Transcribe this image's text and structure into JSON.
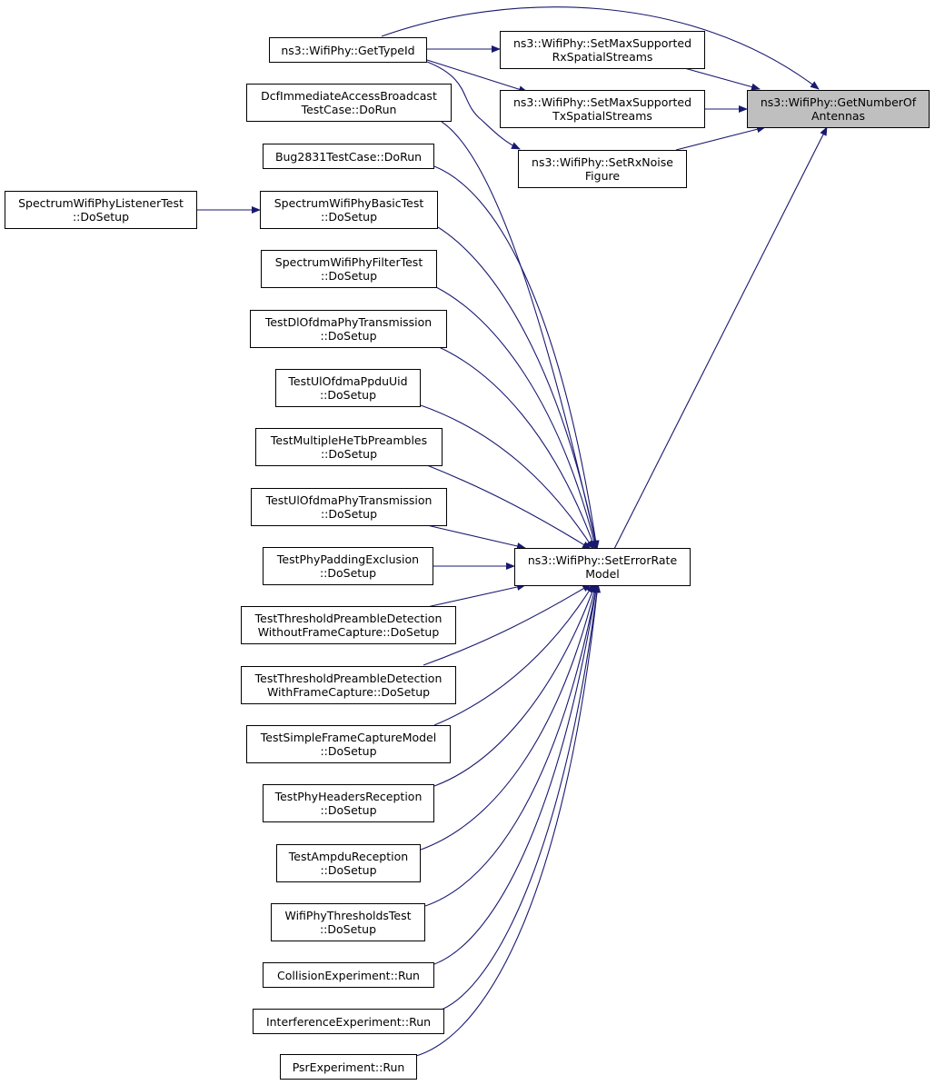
{
  "colors": {
    "edge": "#191970",
    "node_border": "#000000",
    "focus_fill": "#bfbfbf"
  },
  "nodes": {
    "get_number_of_antennas": {
      "lines": [
        "ns3::WifiPhy::GetNumberOf",
        "Antennas"
      ]
    },
    "get_type_id": {
      "lines": [
        "ns3::WifiPhy::GetTypeId"
      ]
    },
    "set_max_rx": {
      "lines": [
        "ns3::WifiPhy::SetMaxSupported",
        "RxSpatialStreams"
      ]
    },
    "set_max_tx": {
      "lines": [
        "ns3::WifiPhy::SetMaxSupported",
        "TxSpatialStreams"
      ]
    },
    "set_rx_noise": {
      "lines": [
        "ns3::WifiPhy::SetRxNoise",
        "Figure"
      ]
    },
    "set_error_rate": {
      "lines": [
        "ns3::WifiPhy::SetErrorRate",
        "Model"
      ]
    },
    "dcf_immediate": {
      "lines": [
        "DcfImmediateAccessBroadcast",
        "TestCase::DoRun"
      ]
    },
    "bug2831": {
      "lines": [
        "Bug2831TestCase::DoRun"
      ]
    },
    "spectrum_listener": {
      "lines": [
        "SpectrumWifiPhyListenerTest",
        "::DoSetup"
      ]
    },
    "spectrum_basic": {
      "lines": [
        "SpectrumWifiPhyBasicTest",
        "::DoSetup"
      ]
    },
    "spectrum_filter": {
      "lines": [
        "SpectrumWifiPhyFilterTest",
        "::DoSetup"
      ]
    },
    "test_dl_ofdma": {
      "lines": [
        "TestDlOfdmaPhyTransmission",
        "::DoSetup"
      ]
    },
    "test_ul_ppdu": {
      "lines": [
        "TestUlOfdmaPpduUid",
        "::DoSetup"
      ]
    },
    "test_multiple_hetb": {
      "lines": [
        "TestMultipleHeTbPreambles",
        "::DoSetup"
      ]
    },
    "test_ul_ofdma": {
      "lines": [
        "TestUlOfdmaPhyTransmission",
        "::DoSetup"
      ]
    },
    "test_padding": {
      "lines": [
        "TestPhyPaddingExclusion",
        "::DoSetup"
      ]
    },
    "test_thresh_without": {
      "lines": [
        "TestThresholdPreambleDetection",
        "WithoutFrameCapture::DoSetup"
      ]
    },
    "test_thresh_with": {
      "lines": [
        "TestThresholdPreambleDetection",
        "WithFrameCapture::DoSetup"
      ]
    },
    "test_simple_capture": {
      "lines": [
        "TestSimpleFrameCaptureModel",
        "::DoSetup"
      ]
    },
    "test_headers": {
      "lines": [
        "TestPhyHeadersReception",
        "::DoSetup"
      ]
    },
    "test_ampdu": {
      "lines": [
        "TestAmpduReception",
        "::DoSetup"
      ]
    },
    "thresholds_test": {
      "lines": [
        "WifiPhyThresholdsTest",
        "::DoSetup"
      ]
    },
    "collision": {
      "lines": [
        "CollisionExperiment::Run"
      ]
    },
    "interference": {
      "lines": [
        "InterferenceExperiment::Run"
      ]
    },
    "psr": {
      "lines": [
        "PsrExperiment::Run"
      ]
    }
  }
}
